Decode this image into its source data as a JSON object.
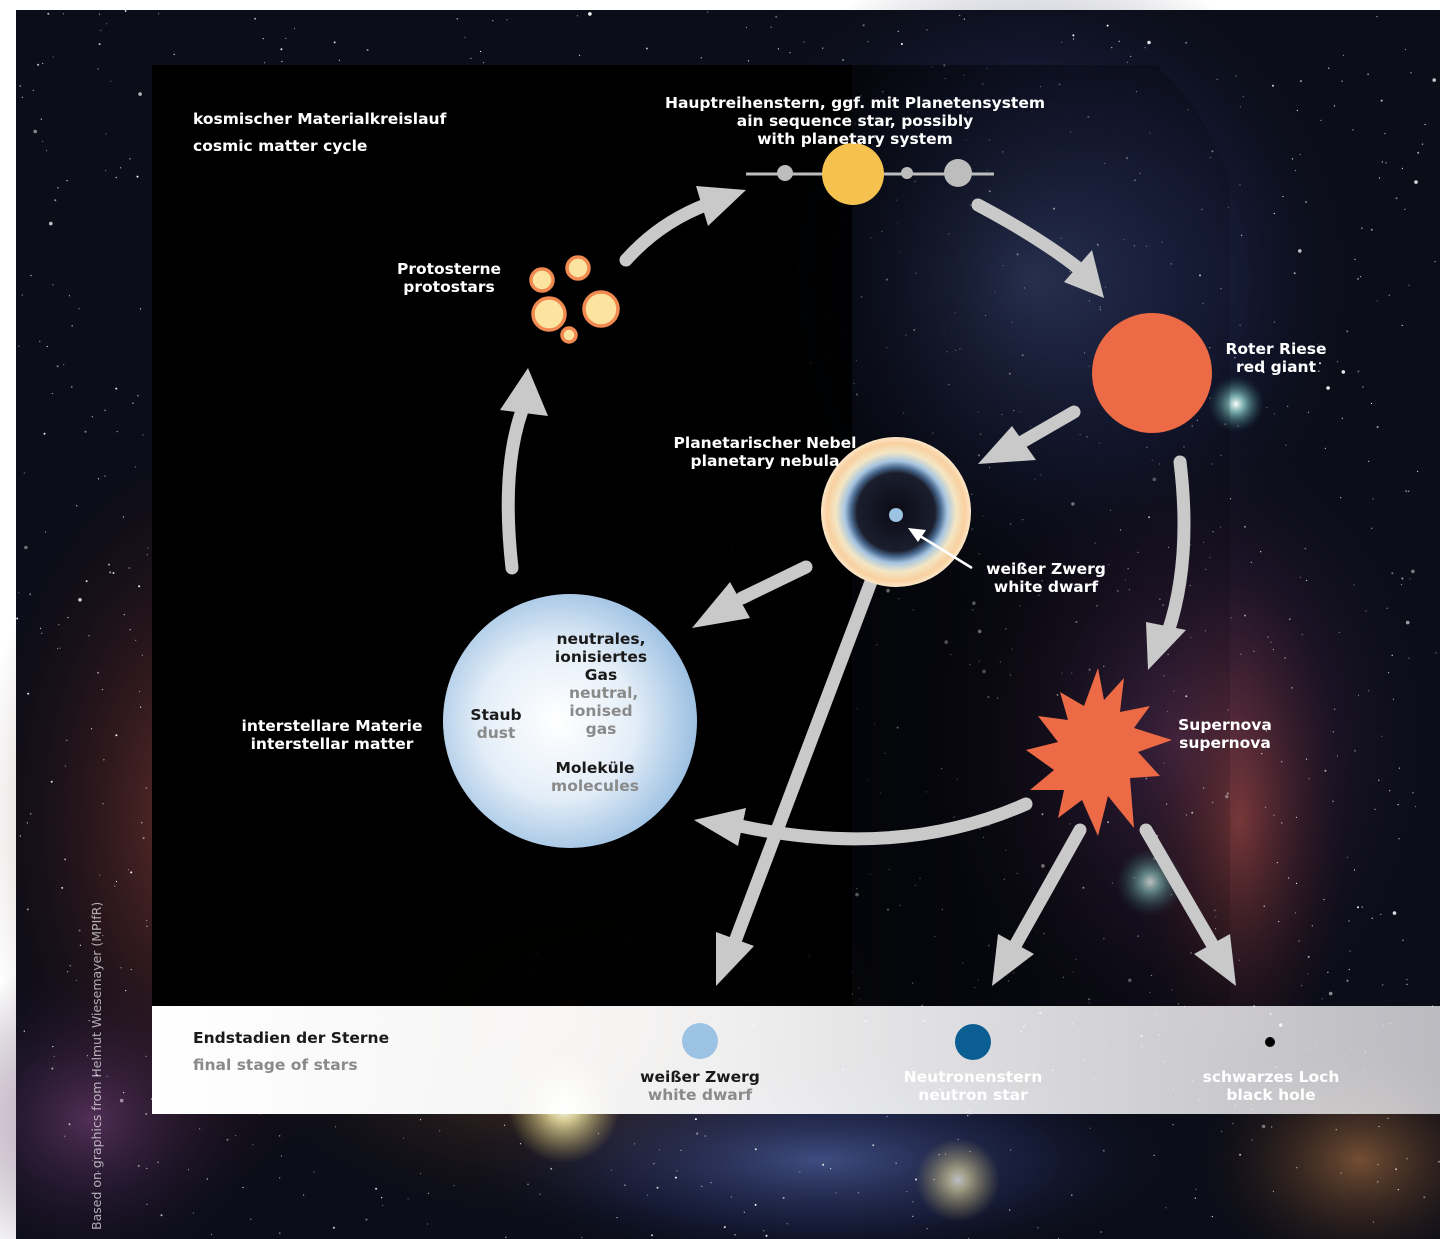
{
  "title_de": "kosmischer Materialkreislauf",
  "title_en": "cosmic matter cycle",
  "nodes": {
    "main_sequence": {
      "de": "Hauptreihenstern, ggf. mit Planetensystem",
      "en": "ain sequence star, possibly with planetary system"
    },
    "red_giant": {
      "de": "Roter Riese",
      "en": "red giant"
    },
    "planetary_nebula": {
      "de": "Planetarischer Nebel",
      "en": "planetary nebula"
    },
    "white_dwarf_callout": {
      "de": "weißer Zwerg",
      "en": "white dwarf"
    },
    "supernova": {
      "de": "Supernova",
      "en": "supernova"
    },
    "protostars": {
      "de": "Protosterne",
      "en": "protostars"
    },
    "ism": {
      "de": "interstellare Materie",
      "en": "interstellar matter"
    },
    "gas": {
      "de": "neutrales, ionisiertes Gas",
      "en": "neutral, ionised gas"
    },
    "dust": {
      "de": "Staub",
      "en": "dust"
    },
    "molecules": {
      "de": "Moleküle",
      "en": "molecules"
    }
  },
  "final_stages": {
    "heading_de": "Endstadien der Sterne",
    "heading_en": "final stage of stars",
    "items": [
      {
        "de": "weißer Zwerg",
        "en": "white dwarf",
        "color": "#9cc3e4"
      },
      {
        "de": "Neutronenstern",
        "en": "neutron star",
        "color": "#0a5e92"
      },
      {
        "de": "schwarzes Loch",
        "en": "black hole",
        "color": "#000000"
      }
    ]
  },
  "colors": {
    "sun": "#f5c24f",
    "red_giant": "#ec6a45",
    "supernova": "#ec6a45",
    "protostar_fill": "#fde3a0",
    "protostar_ring": "#f08a50",
    "arrow": "#c9c9c9",
    "panel": "#000000"
  },
  "credit": "Based on graphics from Helmut Wiesemayer (MPIfR)"
}
